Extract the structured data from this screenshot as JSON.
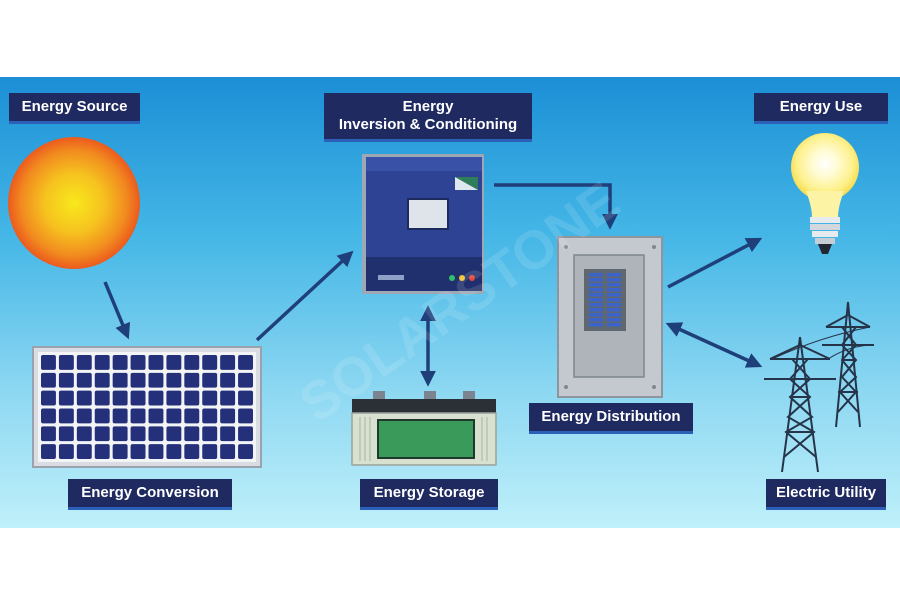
{
  "labels": {
    "energy_source": "Energy Source",
    "inversion_line1": "Energy",
    "inversion_line2": "Inversion & Conditioning",
    "energy_use": "Energy Use",
    "energy_conversion": "Energy Conversion",
    "energy_storage": "Energy Storage",
    "energy_distribution": "Energy Distribution",
    "electric_utility": "Electric Utility"
  },
  "watermark": "SOLARSTONE",
  "colors": {
    "label_bg": "#1f2a60",
    "arrow": "#1f3f7a",
    "sun_core": "#f7e21b",
    "sun_edge": "#ee5a1e",
    "panel_cell": "#24307a",
    "inverter_body": "#2c3f8c"
  },
  "icons": [
    "sun-icon",
    "solar-panel-icon",
    "inverter-icon",
    "battery-icon",
    "breaker-panel-icon",
    "light-bulb-icon",
    "transmission-tower-icon"
  ]
}
